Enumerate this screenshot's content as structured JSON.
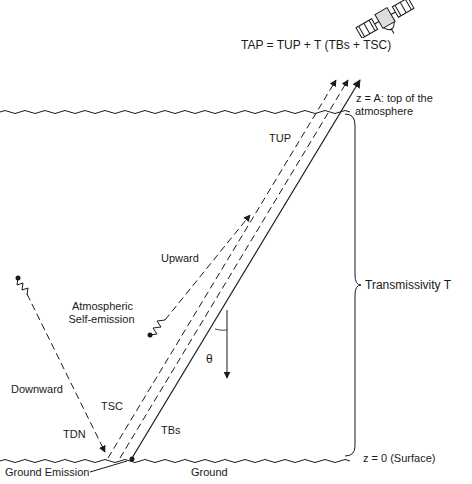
{
  "diagram": {
    "labels": [
      "TAP = TUP + T (TBs + TSC)",
      "z = A: top of the atmosphere",
      "TUP",
      "Upward",
      "Atmospheric Self-emission",
      "θ",
      "Transmissivity T",
      "Downward",
      "TSC",
      "TDN",
      "TBs",
      "z = 0 (Surface)",
      "Ground Emission",
      "Ground"
    ]
  }
}
